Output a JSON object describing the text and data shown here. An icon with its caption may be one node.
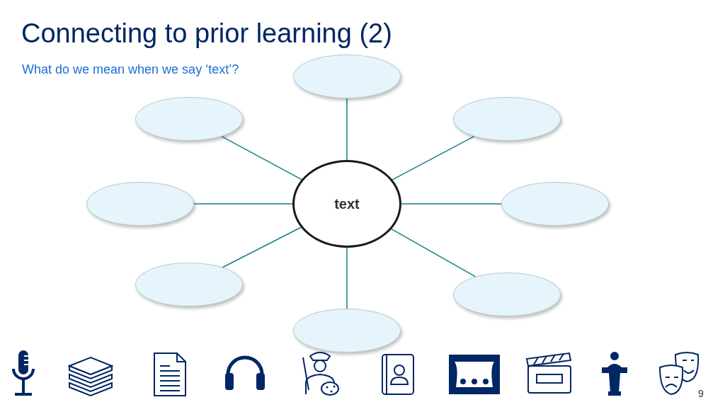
{
  "diagram": {
    "title": "Connecting to prior learning (2)",
    "nodes": [
      {
        "text": [
          "text"
        ]
      },
      {
        "text": [],
        "shape": "ellipse"
      },
      {
        "text": [],
        "shape": "ellipse"
      },
      {
        "text": [],
        "shape": "ellipse"
      },
      {
        "text": [],
        "shape": "ellipse"
      },
      {
        "text": [],
        "shape": "ellipse"
      },
      {
        "text": [],
        "shape": "ellipse"
      },
      {
        "text": [],
        "shape": "ellipse"
      },
      {
        "text": [],
        "shape": "ellipse"
      }
    ],
    "edges": [
      {
        "from": 0,
        "to": 1,
        "arrow": "none"
      },
      {
        "from": 0,
        "to": 2,
        "arrow": "none"
      },
      {
        "from": 0,
        "to": 3,
        "arrow": "none"
      },
      {
        "from": 0,
        "to": 4,
        "arrow": "none"
      },
      {
        "from": 0,
        "to": 5,
        "arrow": "none"
      },
      {
        "from": 0,
        "to": 6,
        "arrow": "none"
      },
      {
        "from": 0,
        "to": 7,
        "arrow": "none"
      },
      {
        "from": 0,
        "to": 8,
        "arrow": "none"
      }
    ],
    "labels": [
      "What do we mean when we say ‘text’?",
      "9"
    ]
  }
}
